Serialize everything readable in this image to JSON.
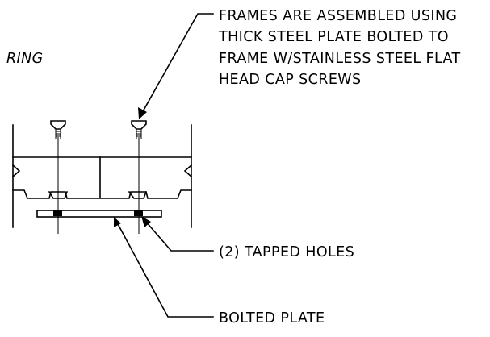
{
  "labels": {
    "ring": "RING",
    "note_frames": [
      "FRAMES ARE ASSEMBLED USING",
      "THICK STEEL PLATE BOLTED TO",
      "FRAME W/STAINLESS STEEL FLAT",
      "HEAD CAP SCREWS"
    ],
    "tapped_holes": "(2) TAPPED HOLES",
    "bolted_plate": "BOLTED PLATE"
  }
}
